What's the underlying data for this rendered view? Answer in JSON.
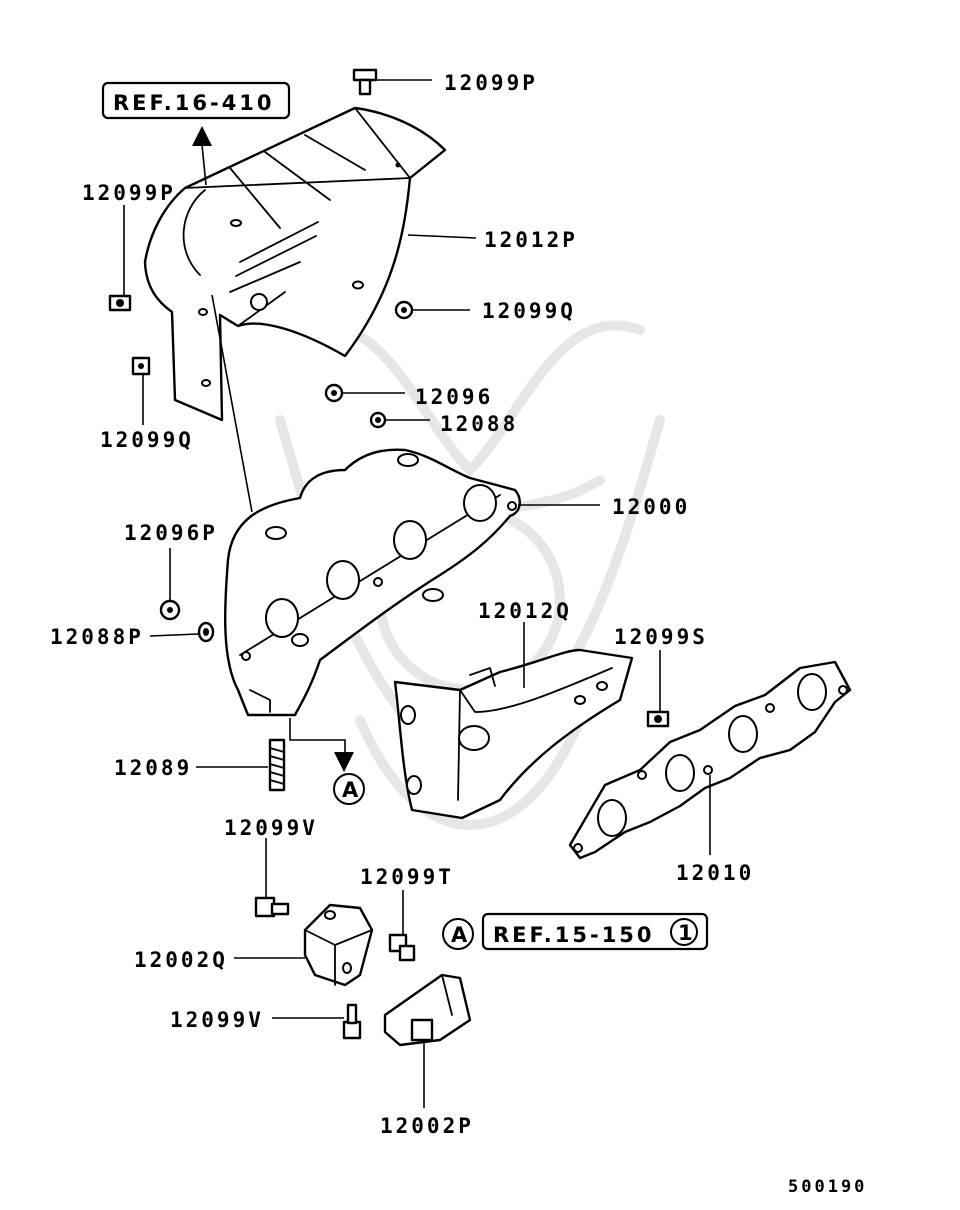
{
  "diagram_code": "500190",
  "references": [
    {
      "id": "ref-top",
      "text": "REF.16-410"
    },
    {
      "id": "ref-bottom",
      "text": "REF.15-150",
      "circled_number": "1"
    }
  ],
  "markers": {
    "a_top": "A",
    "a_bottom": "A"
  },
  "labels": {
    "p12099P_top": "12099P",
    "p12099P_left": "12099P",
    "p12012P": "12012P",
    "p12099Q_right": "12099Q",
    "p12099Q_left": "12099Q",
    "p12096": "12096",
    "p12088": "12088",
    "p12000": "12000",
    "p12096P": "12096P",
    "p12088P": "12088P",
    "p12012Q": "12012Q",
    "p12099S": "12099S",
    "p12089": "12089",
    "p12099V_top": "12099V",
    "p12099T": "12099T",
    "p12002Q": "12002Q",
    "p12099V_bottom": "12099V",
    "p12002P": "12002P",
    "p12010": "12010"
  }
}
